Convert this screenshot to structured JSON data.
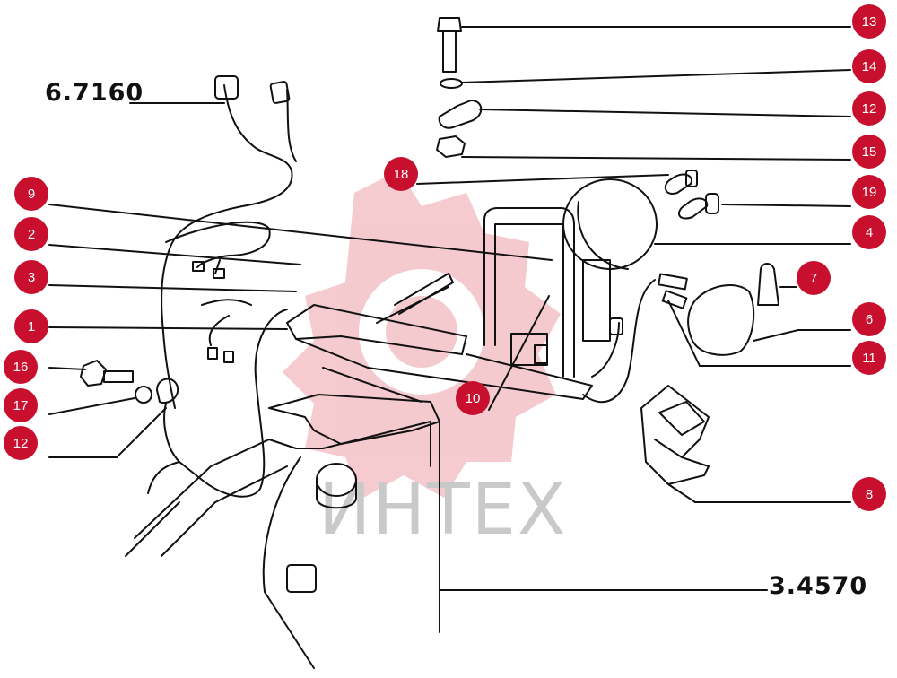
{
  "references": {
    "top_left": "6.7160",
    "bottom_right": "3.4570"
  },
  "watermark": "ИНТЕХ",
  "callouts": {
    "c1": "1",
    "c2": "2",
    "c3": "3",
    "c9": "9",
    "c16": "16",
    "c17": "17",
    "c12a": "12",
    "c13": "13",
    "c14": "14",
    "c12b": "12",
    "c15": "15",
    "c18": "18",
    "c19": "19",
    "c4": "4",
    "c7": "7",
    "c6": "6",
    "c11": "11",
    "c10": "10",
    "c8": "8"
  },
  "colors": {
    "callout_fill": "#c8102e",
    "line": "#111111",
    "watermark": "#e8a0a6"
  }
}
